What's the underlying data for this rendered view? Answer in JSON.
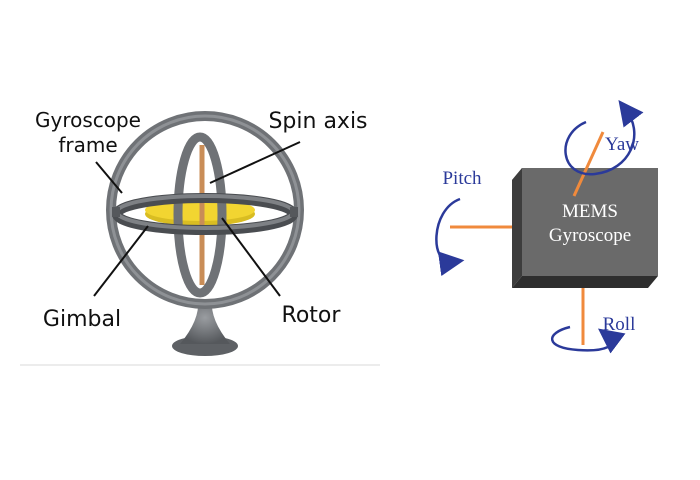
{
  "gyroscope": {
    "labels": {
      "frame_line1": "Gyroscope",
      "frame_line2": "frame",
      "spin_axis": "Spin axis",
      "gimbal": "Gimbal",
      "rotor": "Rotor"
    },
    "colors": {
      "ring": "#6f7276",
      "ring_dark": "#4a4d51",
      "rotor": "#f2d531",
      "spin_axis": "#c98d57",
      "label": "#111111"
    }
  },
  "mems": {
    "box_line1": "MEMS",
    "box_line2": "Gyroscope",
    "axes": {
      "pitch": "Pitch",
      "yaw": "Yaw",
      "roll": "Roll"
    },
    "colors": {
      "box_face": "#6a6a6a",
      "box_side": "#3d3d3d",
      "box_text": "#ffffff",
      "axis_line": "#f08a3c",
      "rotation_arrow": "#2b3a9a",
      "axis_label": "#2b3a9a"
    }
  }
}
